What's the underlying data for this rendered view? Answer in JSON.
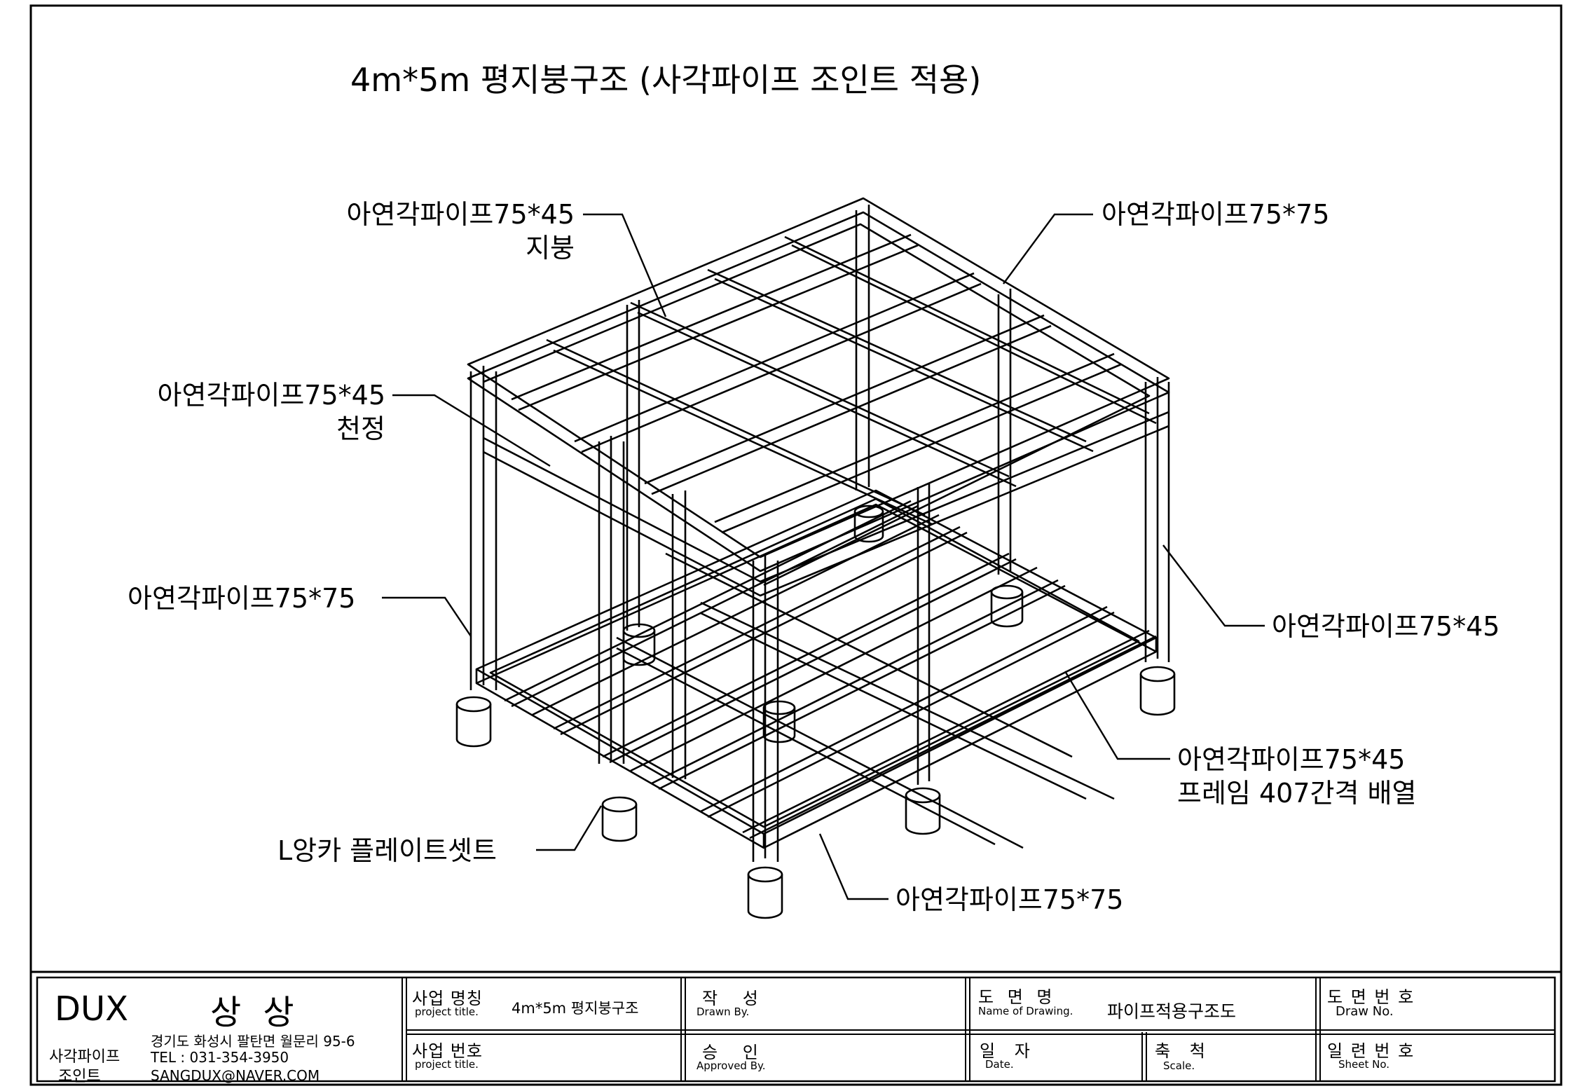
{
  "drawing": {
    "title": "4m*5m 평지붕구조 (사각파이프 조인트 적용)",
    "callouts": {
      "roof": [
        "아연각파이프75*45",
        "지붕"
      ],
      "top_right": [
        "아연각파이프75*75"
      ],
      "ceiling": [
        "아연각파이프75*45",
        "천정"
      ],
      "left_post": [
        "아연각파이프75*75"
      ],
      "right_post": [
        "아연각파이프75*45"
      ],
      "frame": [
        "아연각파이프75*45",
        "프레임 407간격 배열"
      ],
      "anchor": [
        "L앙카 플레이트셋트"
      ],
      "bottom": [
        "아연각파이프75*75"
      ]
    }
  },
  "title_block": {
    "company": {
      "brand": "DUX",
      "name": "상 상",
      "product_line1": "사각파이프",
      "product_line2": "조인트",
      "address": "경기도 화성시 팔탄면 월문리 95-6",
      "tel": "TEL : 031-354-3950",
      "email": "SANGDUX@NAVER.COM"
    },
    "project_title": {
      "ko": "사업 명칭",
      "en": "project title.",
      "value": "4m*5m 평지붕구조"
    },
    "project_no": {
      "ko": "사업 번호",
      "en": "project title.",
      "value": ""
    },
    "drawn_by": {
      "ko": "작 성",
      "en": "Drawn By.",
      "value": ""
    },
    "approved_by": {
      "ko": "승 인",
      "en": "Approved By.",
      "value": ""
    },
    "drawing_name": {
      "ko": "도 면 명",
      "en": "Name of Drawing.",
      "value": "파이프적용구조도"
    },
    "date": {
      "ko": "일 자",
      "en": "Date.",
      "value": ""
    },
    "scale": {
      "ko": "축 척",
      "en": "Scale.",
      "value": ""
    },
    "draw_no": {
      "ko": "도 면 번 호",
      "en": "Draw No.",
      "value": ""
    },
    "sheet_no": {
      "ko": "일 련 번 호",
      "en": "Sheet No.",
      "value": ""
    }
  }
}
